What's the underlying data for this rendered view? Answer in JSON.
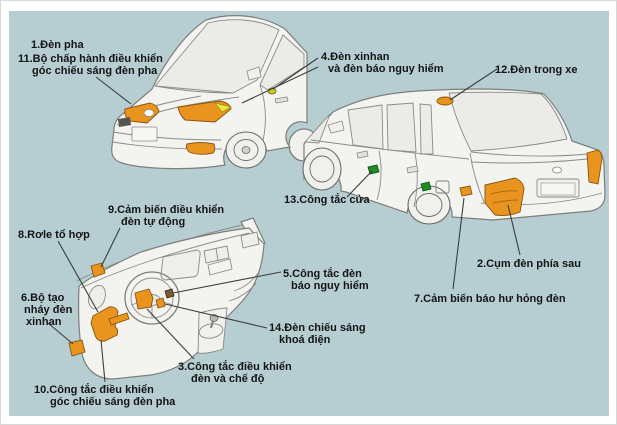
{
  "diagram": {
    "description": "Car lighting system components diagram (Vietnamese)",
    "labels": [
      {
        "id": "den-pha",
        "number": "1",
        "lines": [
          "1.Đèn pha"
        ]
      },
      {
        "id": "bo-chap-hanh-goc-chieu-sang",
        "number": "11",
        "lines": [
          "11.Bộ chấp hành điều khiển",
          "góc chiếu sáng đèn pha"
        ]
      },
      {
        "id": "den-xinhan-bao-nguy-hiem",
        "number": "4",
        "lines": [
          "4.Đèn xinhan",
          "và đèn báo nguy hiểm"
        ]
      },
      {
        "id": "den-trong-xe",
        "number": "12",
        "lines": [
          "12.Đèn trong xe"
        ]
      },
      {
        "id": "cong-tac-cua",
        "number": "13",
        "lines": [
          "13.Công tắc cửa"
        ]
      },
      {
        "id": "cum-den-phia-sau",
        "number": "2",
        "lines": [
          "2.Cụm đèn phía sau"
        ]
      },
      {
        "id": "cam-bien-bao-hu-hong-den",
        "number": "7",
        "lines": [
          "7.Cảm biến báo hư hỏng đèn"
        ]
      },
      {
        "id": "cam-bien-dieu-khien-den-tu-dong",
        "number": "9",
        "lines": [
          "9.Cảm biến điều khiển",
          "đèn tự động"
        ]
      },
      {
        "id": "role-to-hop",
        "number": "8",
        "lines": [
          "8.Rơle tổ hợp"
        ]
      },
      {
        "id": "bo-tao-nhay-den-xinhan",
        "number": "6",
        "lines": [
          "6.Bộ tạo",
          "nháy đèn",
          "xinhan"
        ]
      },
      {
        "id": "cong-tac-den-bao-nguy-hiem",
        "number": "5",
        "lines": [
          "5.Công tắc đèn",
          "báo nguy hiểm"
        ]
      },
      {
        "id": "den-chieu-sang-khoa-dien",
        "number": "14",
        "lines": [
          "14.Đèn chiếu sáng",
          "khoá điện"
        ]
      },
      {
        "id": "cong-tac-dieu-khien-den-che-do",
        "number": "3",
        "lines": [
          "3.Công tắc điều khiển",
          "đèn và chế độ"
        ]
      },
      {
        "id": "cong-tac-dieu-khien-goc-chieu-sang",
        "number": "10",
        "lines": [
          "10.Công tắc điều khiển",
          "góc chiếu sáng đèn pha"
        ]
      }
    ],
    "colors": {
      "background": "#b6ced2",
      "highlight_orange": "#e8941f",
      "highlight_yellow": "#ece63e",
      "switch_green": "#1e8c28",
      "text": "#141414"
    }
  }
}
